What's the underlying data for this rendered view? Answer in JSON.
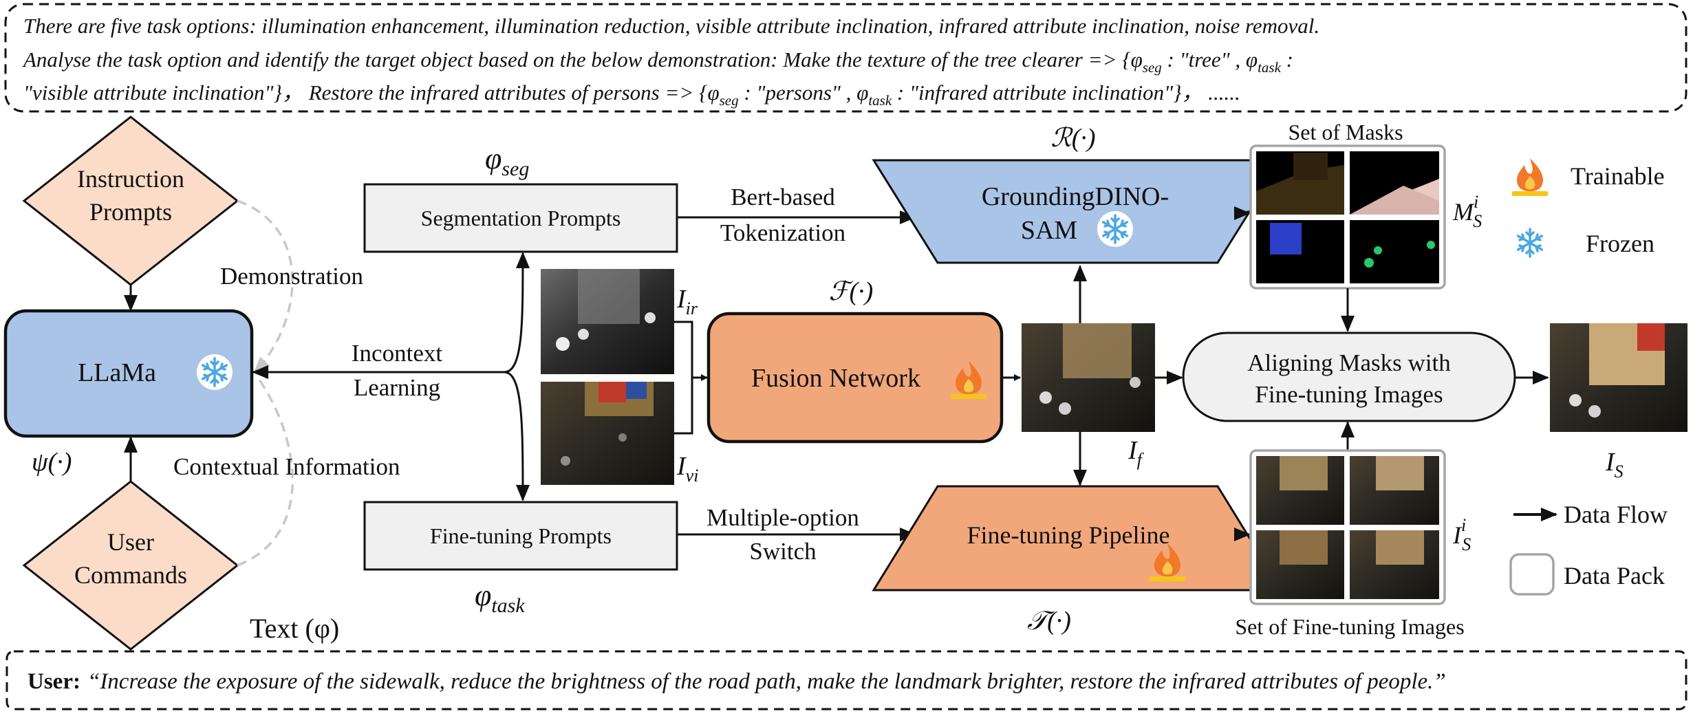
{
  "top_note": {
    "line1": "There are five task options: illumination enhancement, illumination reduction, visible attribute inclination, infrared attribute inclination, noise removal.",
    "line2_a": "Analyse the task option and identify the target object based on the below demonstration: Make the texture of the tree clearer => {",
    "line2_b": " : \"tree\" , ",
    "line2_c": " :",
    "line3_a": "\"visible attribute inclination\"}， Restore the infrared attributes of persons => {",
    "line3_b": " : \"persons\" , ",
    "line3_c": " : \"infrared attribute inclination\"}， ......"
  },
  "symbols": {
    "phi": "φ",
    "sub_seg": "seg",
    "sub_task": "task",
    "R": "ℛ(·)",
    "F": "ℱ(·)",
    "T": "𝒯(·)",
    "psi": "ψ(·)",
    "I": "I",
    "sub_ir": "ir",
    "sub_vi": "vi",
    "sub_f": "f",
    "sub_S": "S",
    "sup_i": "i",
    "M": "M",
    "text_phi": "Text (φ)"
  },
  "nodes": {
    "instruction_prompts_line1": "Instruction",
    "instruction_prompts_line2": "Prompts",
    "user_commands_line1": "User",
    "user_commands_line2": "Commands",
    "llama": "LLaMa",
    "segmentation_prompts": "Segmentation Prompts",
    "finetuning_prompts": "Fine-tuning Prompts",
    "grounding_line1": "GroundingDINO-",
    "grounding_line2": "SAM",
    "fusion_network": "Fusion Network",
    "finetuning_pipeline": "Fine-tuning Pipeline",
    "align_line1": "Aligning Masks with",
    "align_line2": "Fine-tuning Images"
  },
  "labels": {
    "demonstration": "Demonstration",
    "contextual_information": "Contextual Information",
    "incontext_line1": "Incontext",
    "incontext_line2": "Learning",
    "bert_line1": "Bert-based",
    "bert_line2": "Tokenization",
    "multi_line1": "Multiple-option",
    "multi_line2": "Switch",
    "set_of_masks": "Set of Masks",
    "set_of_finetuning_images": "Set of Fine-tuning Images"
  },
  "legend": {
    "trainable": "Trainable",
    "frozen": "Frozen",
    "data_flow": "Data Flow",
    "data_pack": "Data Pack"
  },
  "user_note": {
    "prefix": "User:",
    "text": "“Increase the exposure of the sidewalk, reduce the brightness of the road path, make the landmark brighter, restore the infrared attributes of people.”"
  },
  "colors": {
    "blue_fill": "#a9c4e6",
    "orange_fill": "#f2a77b",
    "peach_fill": "#fbdcc8",
    "gray_fill": "#f0f0f0",
    "dashed_gray": "#c8c8c8",
    "flame": "#f07a2a",
    "snow": "#4aa8e0"
  }
}
